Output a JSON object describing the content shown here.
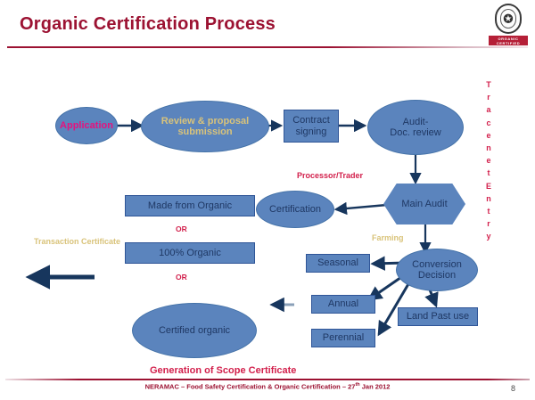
{
  "slide": {
    "title": "Organic Certification Process",
    "page_number": "8",
    "footer": "NERAMAC – Food Safety  Certification & Organic Certification – 27",
    "footer_sup": "th",
    "footer_tail": " Jan 2012"
  },
  "logo": {
    "seal_mark": "✪",
    "wordmark": "ORGANIC\nCERTIFIED"
  },
  "nodes": {
    "application": "Application",
    "review_submission": "Review & proposal submission",
    "contract_signing": "Contract signing",
    "audit_doc_review": "Audit-\nDoc. review",
    "main_audit": "Main Audit",
    "certification": "Certification",
    "made_from_organic": "Made from Organic",
    "hundred_percent_organic": "100% Organic",
    "certified_organic": "Certified organic",
    "conversion_decision": "Conversion Decision",
    "seasonal": "Seasonal",
    "annual": "Annual",
    "perennial": "Perennial",
    "land_past_use": "Land Past use"
  },
  "labels": {
    "processor_trader": "Processor/Trader",
    "farming": "Farming",
    "transaction_certificate": "Transaction Certificate",
    "or_1": "OR",
    "or_2": "OR",
    "scope_certificate": "Generation of Scope Certificate"
  },
  "side_text": {
    "tracenet_entry": "TracenetEntry"
  },
  "colors": {
    "title": "#9c1232",
    "node_fill": "#5b84bd",
    "node_text": "#1f3864",
    "magenta": "#e6127d",
    "crimson": "#d21f4b",
    "gold": "#d9c37a",
    "arrow": "#17365d"
  }
}
